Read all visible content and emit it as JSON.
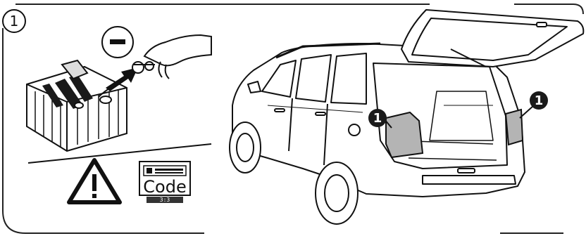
{
  "step": {
    "number": "1"
  },
  "battery_panel": {
    "terminal_symbol": "−"
  },
  "code_icon": {
    "label": "Code",
    "sub_label": "3:3"
  },
  "callouts": {
    "left_panel": "1",
    "right_panel": "1"
  },
  "icons": {
    "step_badge": "numbered-circle-icon",
    "negative_terminal": "minus-circle-icon",
    "warning": "warning-triangle-icon",
    "radio_code": "radio-code-icon",
    "battery": "battery-illustration",
    "vehicle": "suv-illustration"
  },
  "colors": {
    "line": "#1a1a1a",
    "panel_gray": "#b4b4b4",
    "frame": "#222222"
  }
}
